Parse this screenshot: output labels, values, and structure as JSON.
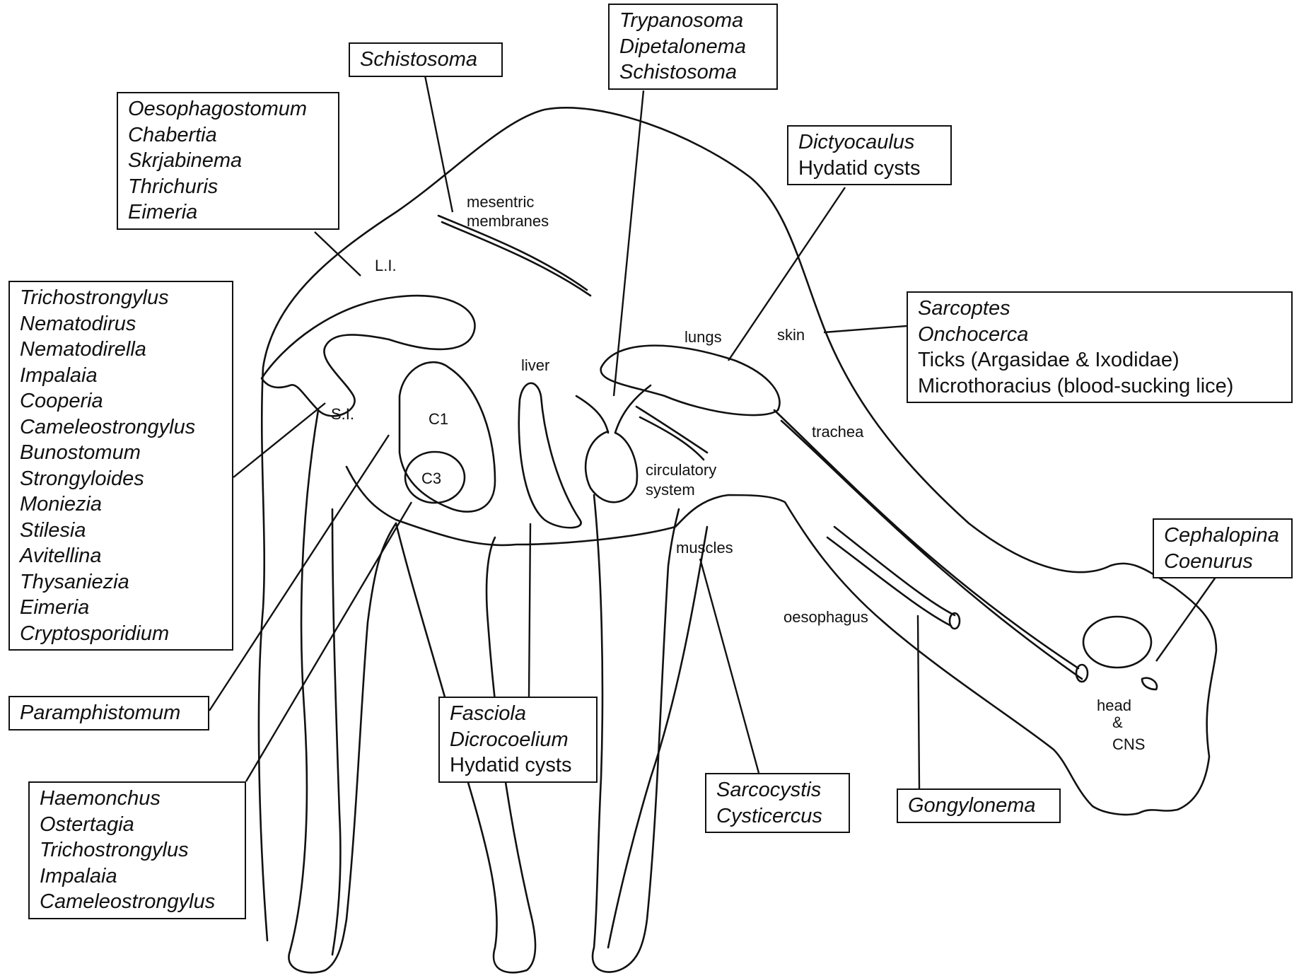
{
  "organ_labels": {
    "mesentric": [
      "mesentric",
      "membranes"
    ],
    "li": "L.I.",
    "si": "S.I.",
    "c1": "C1",
    "c3": "C3",
    "liver": "liver",
    "lungs": "lungs",
    "skin": "skin",
    "trachea": "trachea",
    "circulatory": [
      "circulatory",
      "system"
    ],
    "muscles": "muscles",
    "oesophagus": "oesophagus",
    "head": [
      "head",
      "&",
      "CNS"
    ]
  },
  "boxes": {
    "large_intestine": [
      "Oesophagostomum",
      "Chabertia",
      "Skrjabinema",
      "Thrichuris",
      "Eimeria"
    ],
    "mesentery": [
      "Schistosoma"
    ],
    "blood": [
      "Trypanosoma",
      "Dipetalonema",
      "Schistosoma"
    ],
    "lungs": [
      "Dictyocaulus",
      "Hydatid cysts"
    ],
    "small_intestine": [
      "Trichostrongylus",
      "Nematodirus",
      "Nematodirella",
      "Impalaia",
      "Cooperia",
      "Cameleostrongylus",
      "Bunostomum",
      "Strongyloides",
      "Moniezia",
      "Stilesia",
      "Avitellina",
      "Thysaniezia",
      "Eimeria",
      "Cryptosporidium"
    ],
    "skin": [
      "Sarcoptes",
      "Onchocerca",
      "Ticks (Argasidae & Ixodidae)",
      "Microthoracius (blood-sucking lice)"
    ],
    "head": [
      "Cephalopina",
      "Coenurus"
    ],
    "rumen": [
      "Paramphistomum"
    ],
    "liver": [
      "Fasciola",
      "Dicrocoelium",
      "Hydatid cysts"
    ],
    "muscles": [
      "Sarcocystis",
      "Cysticercus"
    ],
    "oesophagus": [
      "Gongylonema"
    ],
    "abomasum": [
      "Haemonchus",
      "Ostertagia",
      "Trichostrongylus",
      "Impalaia",
      "Cameleostrongylus"
    ]
  }
}
